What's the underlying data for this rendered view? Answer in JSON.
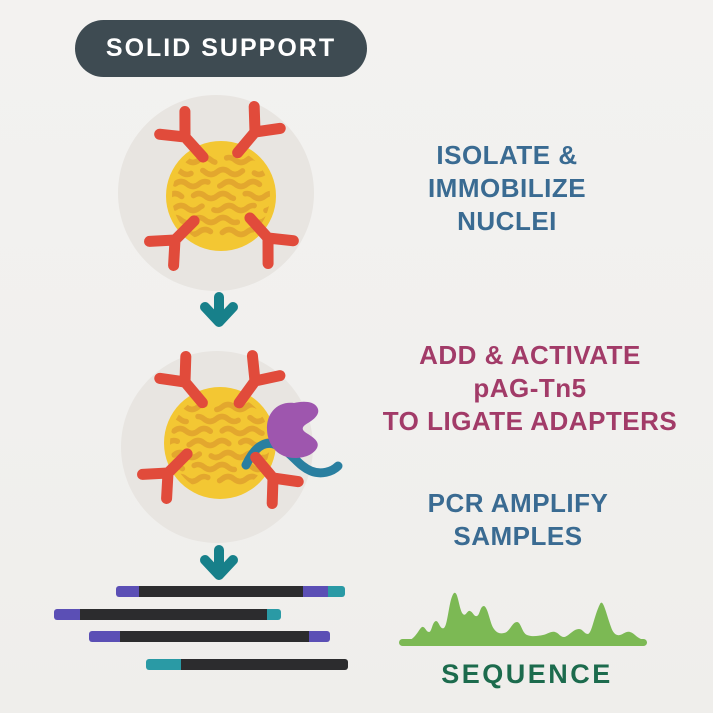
{
  "title_badge": {
    "label": "SOLID SUPPORT",
    "bg": "#3e4b52",
    "text_color": "#ffffff"
  },
  "steps": {
    "isolate": {
      "text": "ISOLATE &\nIMMOBILIZE\nNUCLEI",
      "color": "#3a6b92"
    },
    "add_activate": {
      "text": "ADD & ACTIVATE\npAG-Tn5\nTO LIGATE ADAPTERS",
      "color": "#a23b68"
    },
    "pcr_amplify": {
      "text": "PCR AMPLIFY\nSAMPLES",
      "color": "#3a6b92"
    },
    "sequence": {
      "label": "SEQUENCE",
      "color": "#1c6b4d"
    }
  },
  "illustration": {
    "background": "#f1f0ee",
    "cell_circle": "#e8e5e1",
    "nucleus_fill": "#f3c733",
    "nucleus_squiggle": "#e3a72e",
    "antibody_color": "#e14b3b",
    "antibody_icon": "antibody-y-icon",
    "pag_tn5_color": "#9e56ae",
    "pag_tn5_icon": "pag-tn5-blob-icon",
    "adapter_color": "#2a7fa0",
    "adapter_icon": "adapter-curve-icon",
    "arrow_color": "#17808a",
    "arrow_icon": "arrow-down-icon",
    "fragment_colors": {
      "dark": "#2c2c2e",
      "purple": "#5b4fb5",
      "teal": "#2a9aa5"
    },
    "coverage_track_color": "#7cb954"
  }
}
